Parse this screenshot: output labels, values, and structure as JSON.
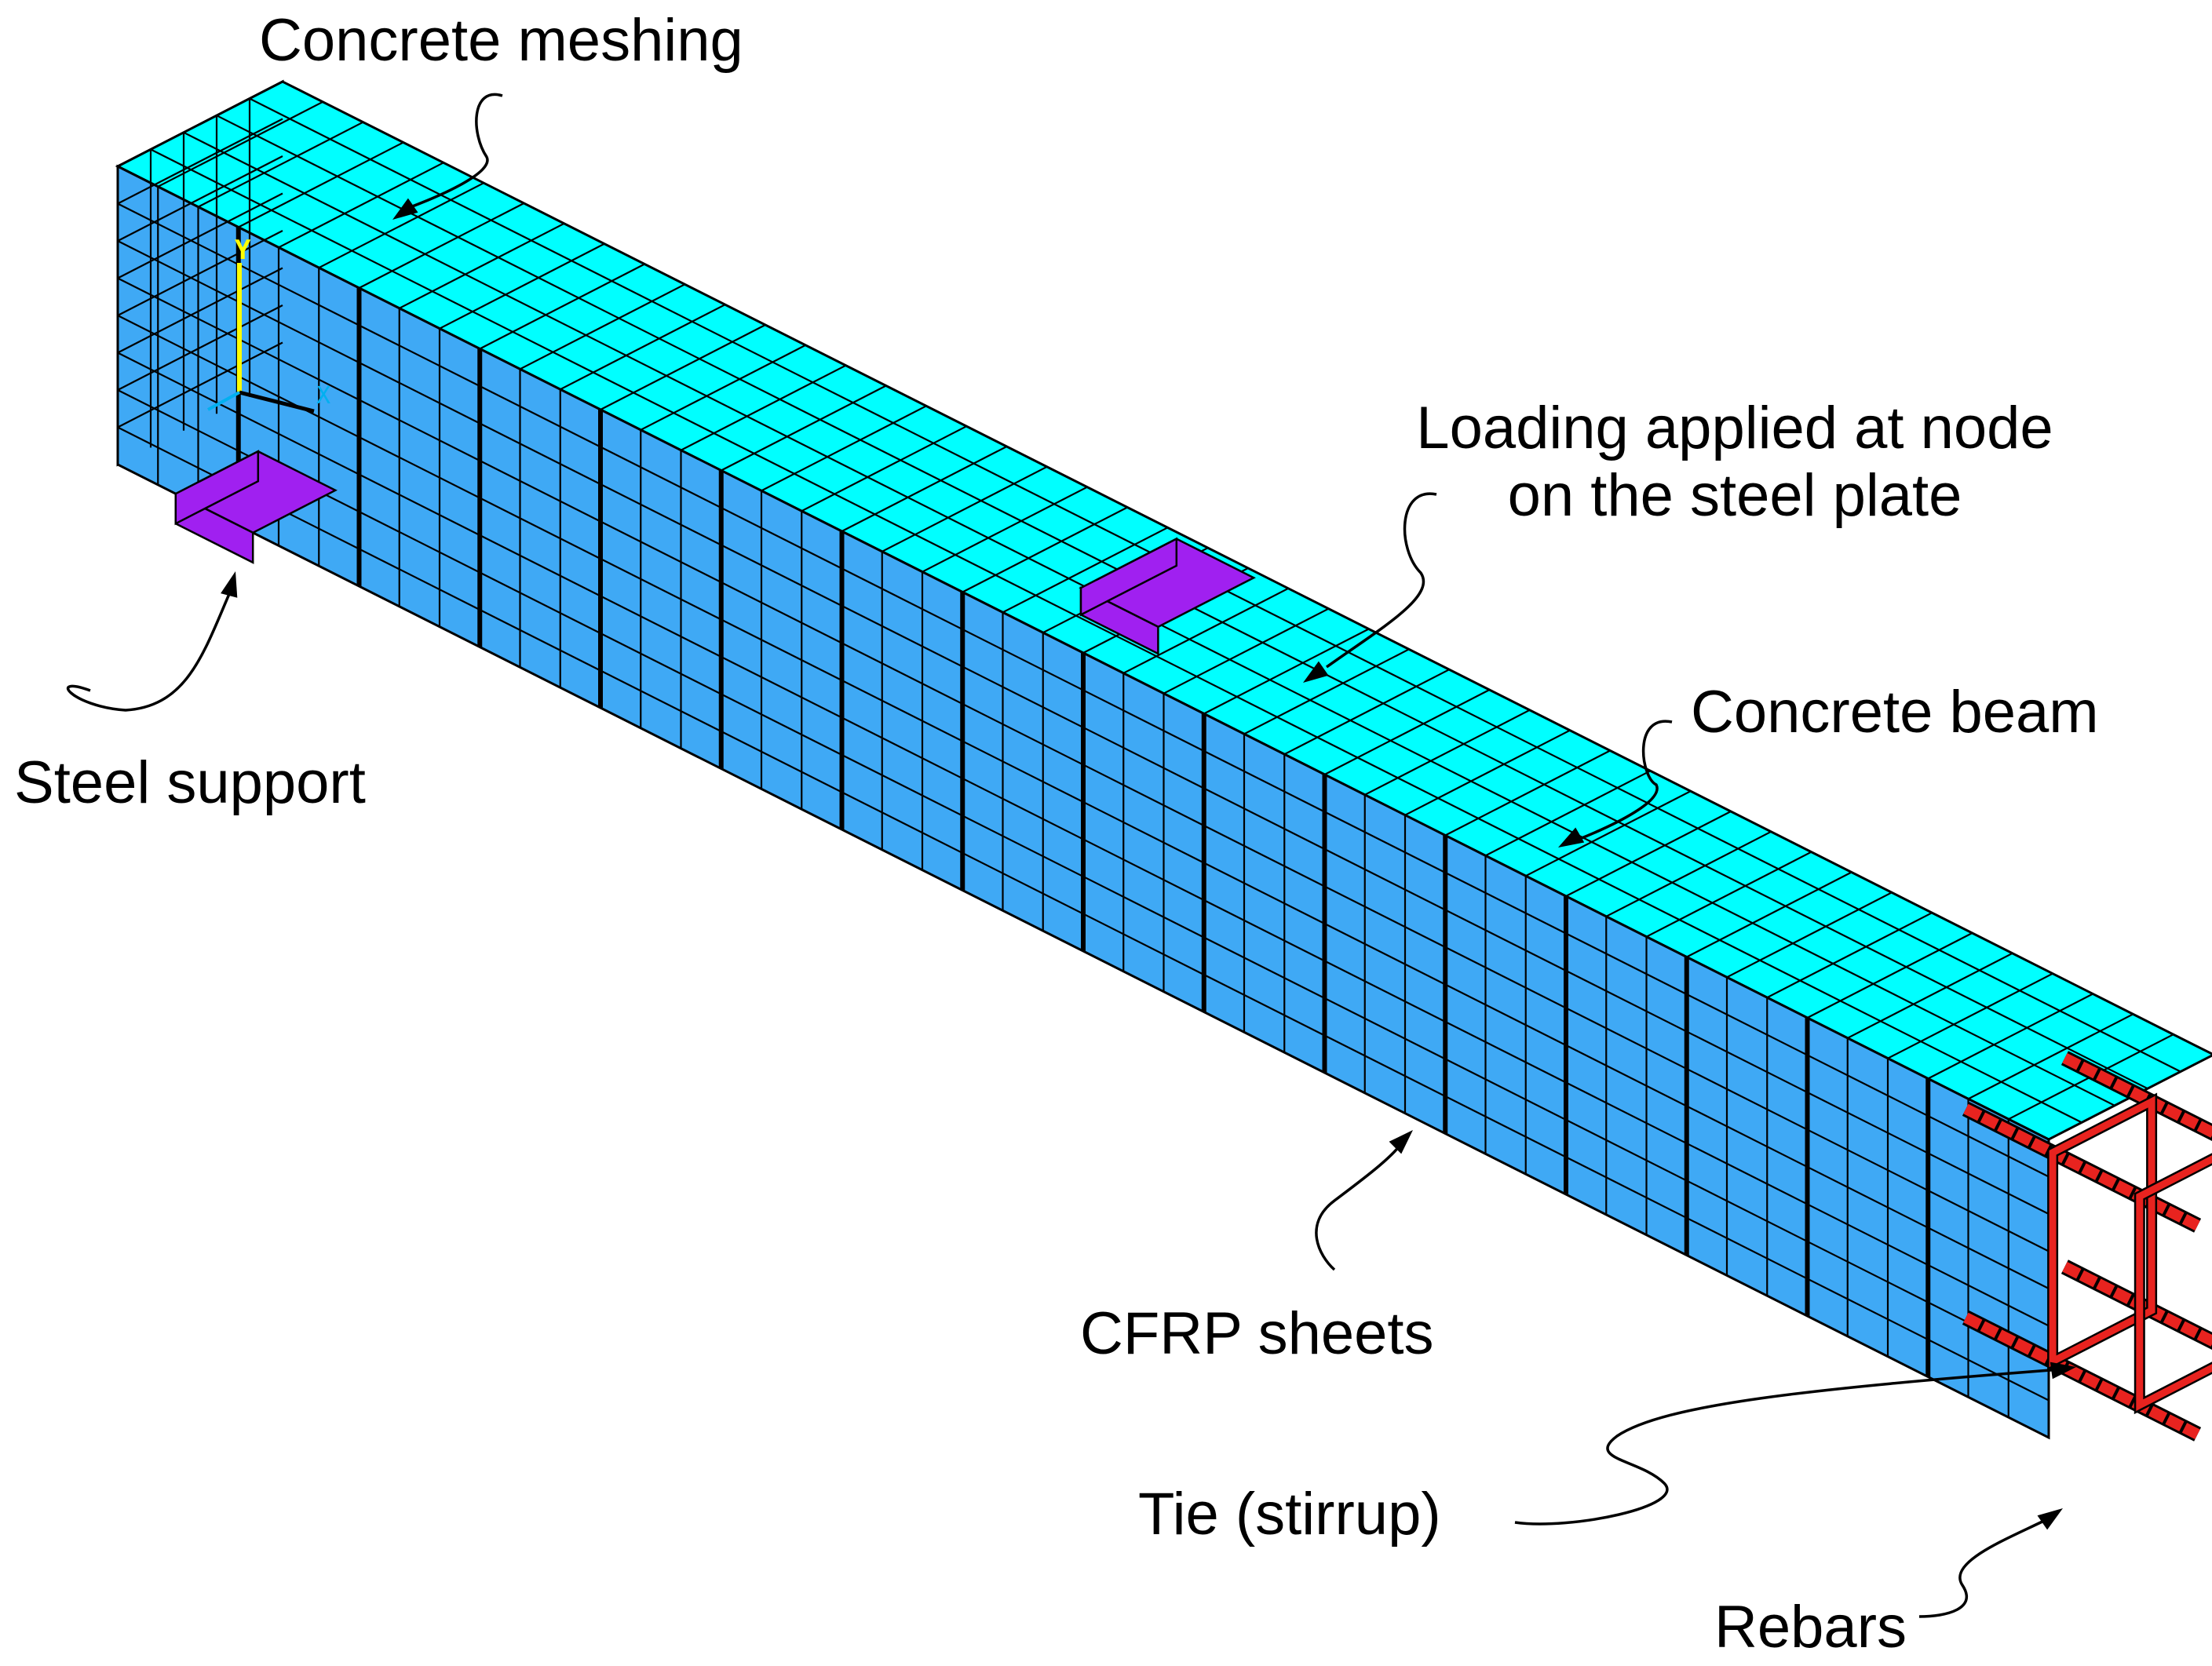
{
  "labels": {
    "concrete_meshing": "Concrete meshing",
    "loading_line1": "Loading applied at node",
    "loading_line2": "on the steel plate",
    "steel_support": "Steel support",
    "concrete_beam": "Concrete beam",
    "cfrp_sheets": "CFRP sheets",
    "tie": "Tie (stirrup)",
    "rebars": "Rebars"
  },
  "axis_triad": {
    "y_label": "Y",
    "x_label": "X",
    "z_label": "Z"
  },
  "mesh": {
    "elements_along_length": 48,
    "elements_across_width": 5,
    "elements_through_height": 8
  },
  "colors": {
    "top_face": "#00FFFF",
    "side_face": "#3FA9F5",
    "end_face": "#00E5FF",
    "steel_plate": "#A020F0",
    "rebar": "#E8231F",
    "grid_line": "#000000",
    "y_axis": "#FFFF00",
    "triad_x": "#00B0F0"
  }
}
